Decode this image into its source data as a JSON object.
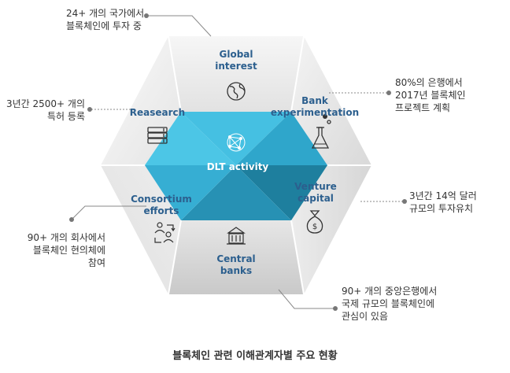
{
  "segments": {
    "top": {
      "line1": "Global",
      "line2": "interest",
      "icon": "globe-icon"
    },
    "top_right": {
      "line1": "Bank",
      "line2": "experimentation",
      "icon": "flask-icon"
    },
    "bottom_right": {
      "line1": "Venture",
      "line2": "capital",
      "icon": "money-bag-icon"
    },
    "bottom": {
      "line1": "Central",
      "line2": "banks",
      "icon": "bank-building-icon"
    },
    "bottom_left": {
      "line1": "Consortium",
      "line2": "efforts",
      "icon": "people-exchange-icon"
    },
    "top_left": {
      "line1": "Reasearch",
      "icon": "books-icon"
    }
  },
  "center": {
    "label": "DLT activity",
    "icon": "network-globe-icon"
  },
  "callouts": {
    "top": {
      "line1": "24+ 개의 국가에서",
      "line2": "블록체인에 투자 중"
    },
    "top_right": {
      "line1": "80%의 은행에서",
      "line2": "2017년 블록체인",
      "line3": "프로젝트 계획"
    },
    "left": {
      "line1": "3년간 2500+ 개의",
      "line2": "특허 등록"
    },
    "right": {
      "line1": "3년간 14억 달러",
      "line2": "규모의 투자유치"
    },
    "bottom_left": {
      "line1": "90+ 개의 회사에서",
      "line2": "블록체인 현의체에",
      "line3": "참여"
    },
    "bottom_right": {
      "line1": "90+ 개의 중앙은행에서",
      "line2": "국제 규모의 블록체인에",
      "line3": "관심이 있음"
    }
  },
  "caption": "블록체인 관련 이해관계자별 주요 현황",
  "colors": {
    "segment_label": "#2c5f8e",
    "center_light": "#3bb9dc",
    "center_dark": "#1e7f9e",
    "connector": "#888888"
  }
}
